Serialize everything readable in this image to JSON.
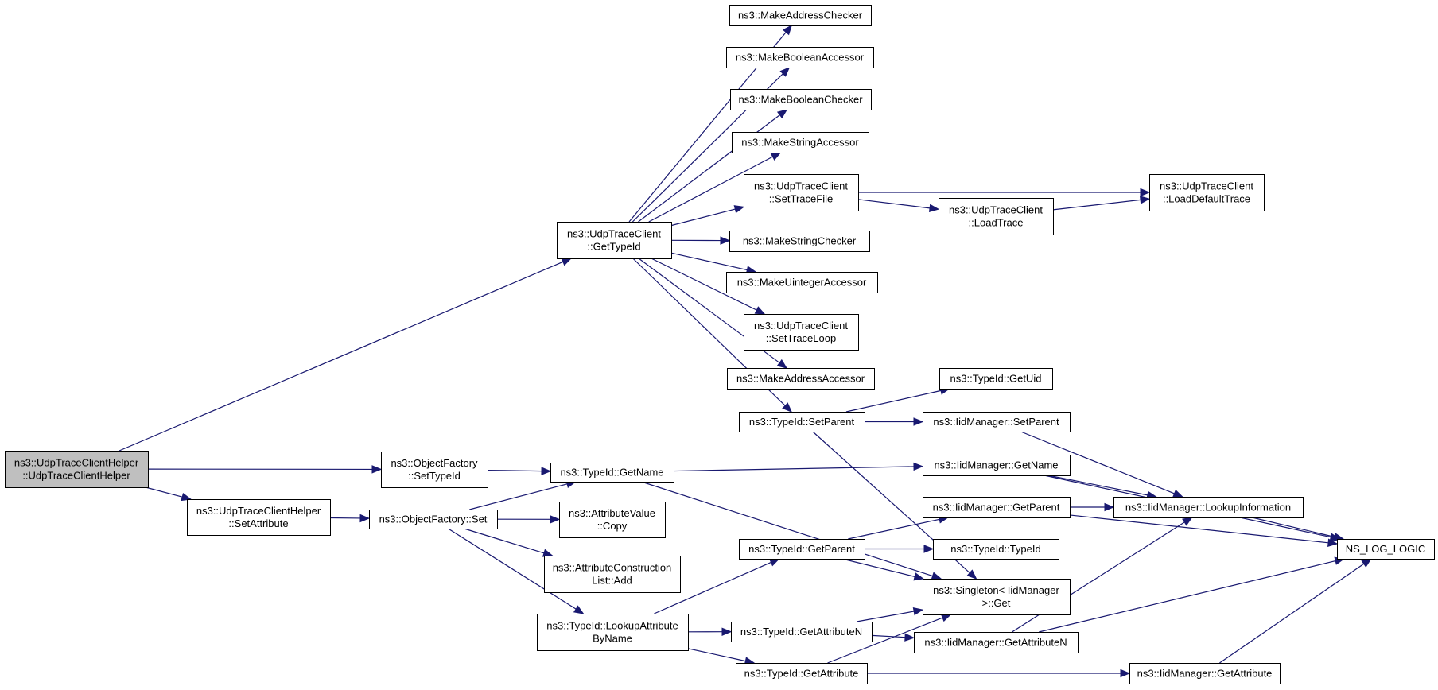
{
  "diagram": {
    "type": "call-graph",
    "colors": {
      "edge": "#191970",
      "node_border": "#000000",
      "root_fill": "#bfbfbf",
      "node_fill": "#ffffff"
    },
    "nodes": [
      {
        "id": "root",
        "lines": [
          "ns3::UdpTraceClientHelper",
          "::UdpTraceClientHelper"
        ]
      },
      {
        "id": "gettypeid",
        "lines": [
          "ns3::UdpTraceClient",
          "::GetTypeId"
        ]
      },
      {
        "id": "ofsettypeid",
        "lines": [
          "ns3::ObjectFactory",
          "::SetTypeId"
        ]
      },
      {
        "id": "setattribute",
        "lines": [
          "ns3::UdpTraceClientHelper",
          "::SetAttribute"
        ]
      },
      {
        "id": "ofset",
        "lines": [
          "ns3::ObjectFactory::Set"
        ]
      },
      {
        "id": "tgetname",
        "lines": [
          "ns3::TypeId::GetName"
        ]
      },
      {
        "id": "avcopy",
        "lines": [
          "ns3::AttributeValue",
          "::Copy"
        ]
      },
      {
        "id": "aclistadd",
        "lines": [
          "ns3::AttributeConstruction",
          "List::Add"
        ]
      },
      {
        "id": "lookupattr",
        "lines": [
          "ns3::TypeId::LookupAttribute",
          "ByName"
        ]
      },
      {
        "id": "makeaddrchecker",
        "lines": [
          "ns3::MakeAddressChecker"
        ]
      },
      {
        "id": "makeboolaccessor",
        "lines": [
          "ns3::MakeBooleanAccessor"
        ]
      },
      {
        "id": "makeboolchecker",
        "lines": [
          "ns3::MakeBooleanChecker"
        ]
      },
      {
        "id": "makestraccessor",
        "lines": [
          "ns3::MakeStringAccessor"
        ]
      },
      {
        "id": "settracefile",
        "lines": [
          "ns3::UdpTraceClient",
          "::SetTraceFile"
        ]
      },
      {
        "id": "makestrchecker",
        "lines": [
          "ns3::MakeStringChecker"
        ]
      },
      {
        "id": "makeuintaccessor",
        "lines": [
          "ns3::MakeUintegerAccessor"
        ]
      },
      {
        "id": "settraceloop",
        "lines": [
          "ns3::UdpTraceClient",
          "::SetTraceLoop"
        ]
      },
      {
        "id": "makeaddraccessor",
        "lines": [
          "ns3::MakeAddressAccessor"
        ]
      },
      {
        "id": "tsetparent",
        "lines": [
          "ns3::TypeId::SetParent"
        ]
      },
      {
        "id": "tgetparent",
        "lines": [
          "ns3::TypeId::GetParent"
        ]
      },
      {
        "id": "tgetattrn",
        "lines": [
          "ns3::TypeId::GetAttributeN"
        ]
      },
      {
        "id": "tgetattr",
        "lines": [
          "ns3::TypeId::GetAttribute"
        ]
      },
      {
        "id": "loadtrace",
        "lines": [
          "ns3::UdpTraceClient",
          "::LoadTrace"
        ]
      },
      {
        "id": "loaddefault",
        "lines": [
          "ns3::UdpTraceClient",
          "::LoadDefaultTrace"
        ]
      },
      {
        "id": "tgetuid",
        "lines": [
          "ns3::TypeId::GetUid"
        ]
      },
      {
        "id": "imsetparent",
        "lines": [
          "ns3::IidManager::SetParent"
        ]
      },
      {
        "id": "imgetname",
        "lines": [
          "ns3::IidManager::GetName"
        ]
      },
      {
        "id": "imgetparent",
        "lines": [
          "ns3::IidManager::GetParent"
        ]
      },
      {
        "id": "ttypeid",
        "lines": [
          "ns3::TypeId::TypeId"
        ]
      },
      {
        "id": "singletonget",
        "lines": [
          "ns3::Singleton< IidManager",
          " >::Get"
        ]
      },
      {
        "id": "imgetattrn",
        "lines": [
          "ns3::IidManager::GetAttributeN"
        ]
      },
      {
        "id": "imgetattr",
        "lines": [
          "ns3::IidManager::GetAttribute"
        ]
      },
      {
        "id": "imlookupinfo",
        "lines": [
          "ns3::IidManager::LookupInformation"
        ]
      },
      {
        "id": "nslog",
        "lines": [
          "NS_LOG_LOGIC"
        ]
      }
    ],
    "edges": [
      [
        "root",
        "gettypeid"
      ],
      [
        "root",
        "ofsettypeid"
      ],
      [
        "root",
        "setattribute"
      ],
      [
        "gettypeid",
        "makeaddrchecker"
      ],
      [
        "gettypeid",
        "makeboolaccessor"
      ],
      [
        "gettypeid",
        "makeboolchecker"
      ],
      [
        "gettypeid",
        "makestraccessor"
      ],
      [
        "gettypeid",
        "settracefile"
      ],
      [
        "gettypeid",
        "makestrchecker"
      ],
      [
        "gettypeid",
        "makeuintaccessor"
      ],
      [
        "gettypeid",
        "settraceloop"
      ],
      [
        "gettypeid",
        "makeaddraccessor"
      ],
      [
        "gettypeid",
        "tsetparent"
      ],
      [
        "settracefile",
        "loaddefault"
      ],
      [
        "settracefile",
        "loadtrace"
      ],
      [
        "loadtrace",
        "loaddefault"
      ],
      [
        "tsetparent",
        "tgetuid"
      ],
      [
        "tsetparent",
        "imsetparent"
      ],
      [
        "tsetparent",
        "singletonget"
      ],
      [
        "imsetparent",
        "imlookupinfo"
      ],
      [
        "ofsettypeid",
        "tgetname"
      ],
      [
        "setattribute",
        "ofset"
      ],
      [
        "ofset",
        "tgetname"
      ],
      [
        "ofset",
        "avcopy"
      ],
      [
        "ofset",
        "aclistadd"
      ],
      [
        "ofset",
        "lookupattr"
      ],
      [
        "tgetname",
        "imgetname"
      ],
      [
        "tgetname",
        "singletonget"
      ],
      [
        "imgetname",
        "nslog"
      ],
      [
        "imgetname",
        "imlookupinfo"
      ],
      [
        "imgetparent",
        "imlookupinfo"
      ],
      [
        "imgetparent",
        "nslog"
      ],
      [
        "imlookupinfo",
        "nslog"
      ],
      [
        "lookupattr",
        "tgetparent"
      ],
      [
        "lookupattr",
        "tgetattrn"
      ],
      [
        "lookupattr",
        "tgetattr"
      ],
      [
        "tgetparent",
        "imgetparent"
      ],
      [
        "tgetparent",
        "ttypeid"
      ],
      [
        "tgetparent",
        "singletonget"
      ],
      [
        "tgetattrn",
        "singletonget"
      ],
      [
        "tgetattrn",
        "imgetattrn"
      ],
      [
        "tgetattr",
        "singletonget"
      ],
      [
        "tgetattr",
        "imgetattr"
      ],
      [
        "imgetattrn",
        "imlookupinfo"
      ],
      [
        "imgetattrn",
        "nslog"
      ],
      [
        "imgetattr",
        "nslog"
      ]
    ]
  }
}
